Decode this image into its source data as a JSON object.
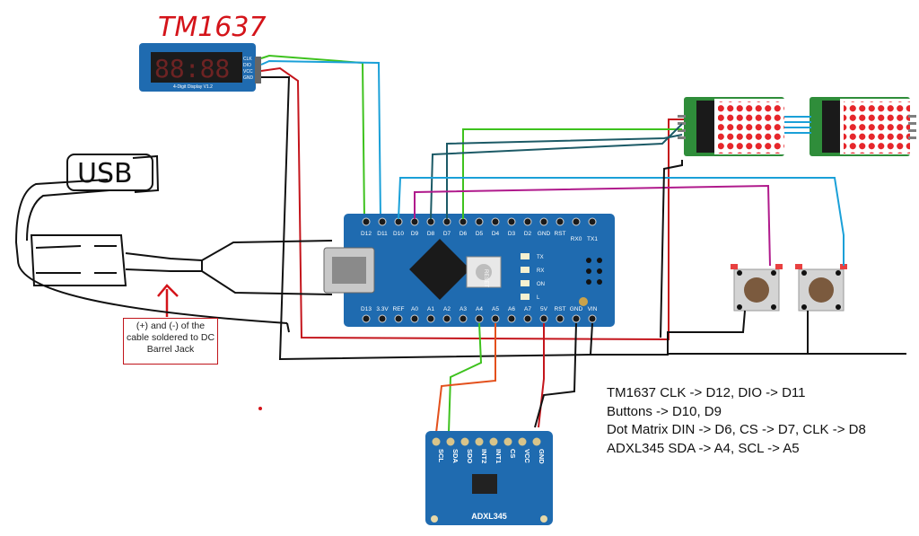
{
  "tm1637": {
    "title": "TM1637",
    "display_digits": "88:88",
    "pins": [
      "CLK",
      "DIO",
      "VCC",
      "GND"
    ],
    "caption": "4-Digit Display V1.2"
  },
  "usb_label": "USB",
  "callout_text": "(+) and (-) of the cable soldered to DC Barrel Jack",
  "nano": {
    "top_pins": [
      "D12",
      "D11",
      "D10",
      "D9",
      "D8",
      "D7",
      "D6",
      "D5",
      "D4",
      "D3",
      "D2",
      "GND",
      "RST",
      "RX0",
      "TX1"
    ],
    "bottom_pins": [
      "D13",
      "3.3V",
      "REF",
      "A0",
      "A1",
      "A2",
      "A3",
      "A4",
      "A5",
      "A6",
      "A7",
      "5V",
      "RST",
      "GND",
      "VIN"
    ],
    "reset_label": "RESET",
    "leds": [
      "TX",
      "RX",
      "ON",
      "L"
    ]
  },
  "adxl345": {
    "name": "ADXL345",
    "pins": [
      "SCL",
      "SDA",
      "SDO",
      "INT2",
      "INT1",
      "CS",
      "VCC",
      "GND"
    ]
  },
  "notes": [
    "TM1637 CLK -> D12, DIO -> D11",
    "Buttons -> D10, D9",
    "Dot Matrix DIN -> D6, CS -> D7, CLK -> D8",
    "ADXL345 SDA -> A4, SCL -> A5"
  ],
  "colors": {
    "board_blue": "#1f6bb0",
    "wire_green": "#3ec21e",
    "wire_blue": "#1aa0d8",
    "wire_black": "#111111",
    "wire_red": "#c4151c",
    "wire_magenta": "#b01a8c",
    "wire_teal": "#1c5a66",
    "wire_orange": "#e3501c",
    "handwriting_red": "#d4141a",
    "matrix_led": "#e6262b",
    "matrix_pcb": "#2f8d3a"
  }
}
